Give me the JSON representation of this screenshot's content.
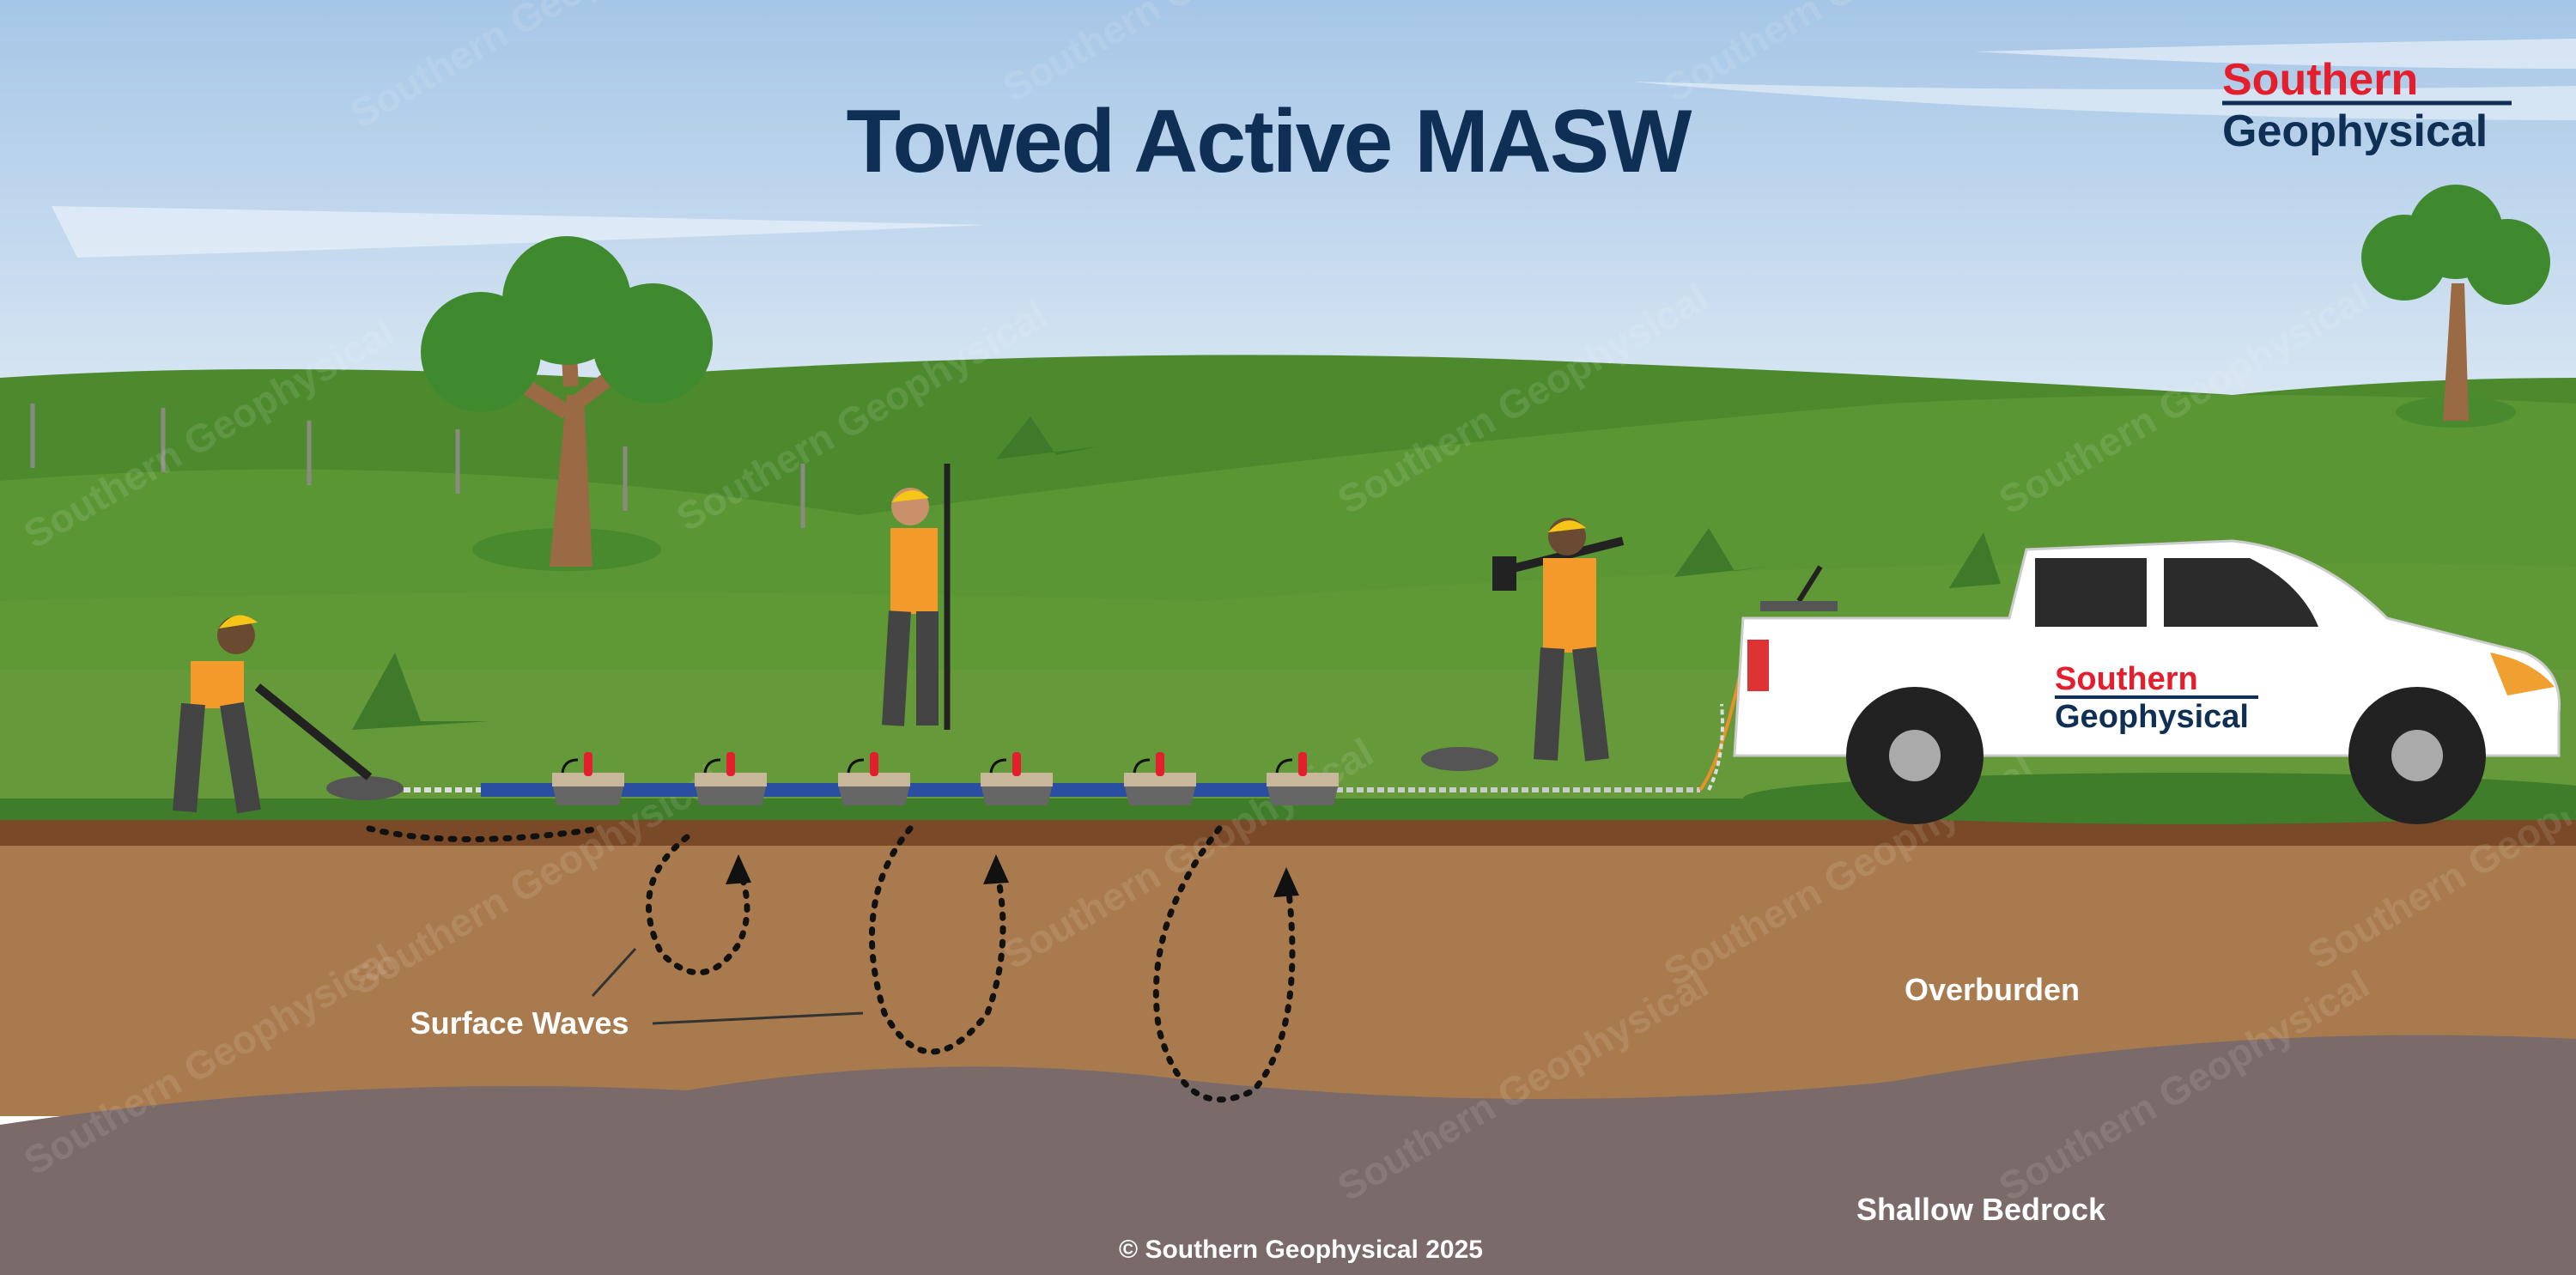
{
  "title": "Towed Active MASW",
  "logo": {
    "line1": "Southern",
    "line2": "Geophysical",
    "red": "#e31e2d",
    "navy": "#0f2f55"
  },
  "truck_logo": {
    "line1": "Southern",
    "line2": "Geophysical"
  },
  "labels": {
    "surface_waves": "Surface Waves",
    "overburden": "Overburden",
    "shallow_bedrock": "Shallow Bedrock"
  },
  "copyright": "© Southern Geophysical 2025",
  "watermark": "Southern Geophysical",
  "colors": {
    "sky": "#b2cfea",
    "grass": "#66993a",
    "soil": "#a97a4d",
    "bedrock": "#7a6a69",
    "title": "#0f2f55"
  }
}
